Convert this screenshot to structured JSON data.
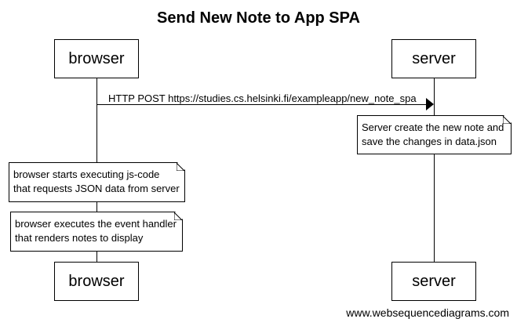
{
  "diagram": {
    "title": "Send New Note to App SPA",
    "participants": [
      {
        "label": "browser"
      },
      {
        "label": "server"
      }
    ],
    "messages": [
      {
        "label": "HTTP POST https://studies.cs.helsinki.fi/exampleapp/new_note_spa"
      }
    ],
    "notes": [
      {
        "lines": [
          "Server create the new note and",
          "save the changes in data.json"
        ]
      },
      {
        "lines": [
          "browser starts executing js-code",
          "that requests JSON data from server"
        ]
      },
      {
        "lines": [
          "browser executes the event handler",
          "that renders notes to display"
        ]
      }
    ]
  },
  "footer": {
    "watermark": "www.websequencediagrams.com"
  }
}
